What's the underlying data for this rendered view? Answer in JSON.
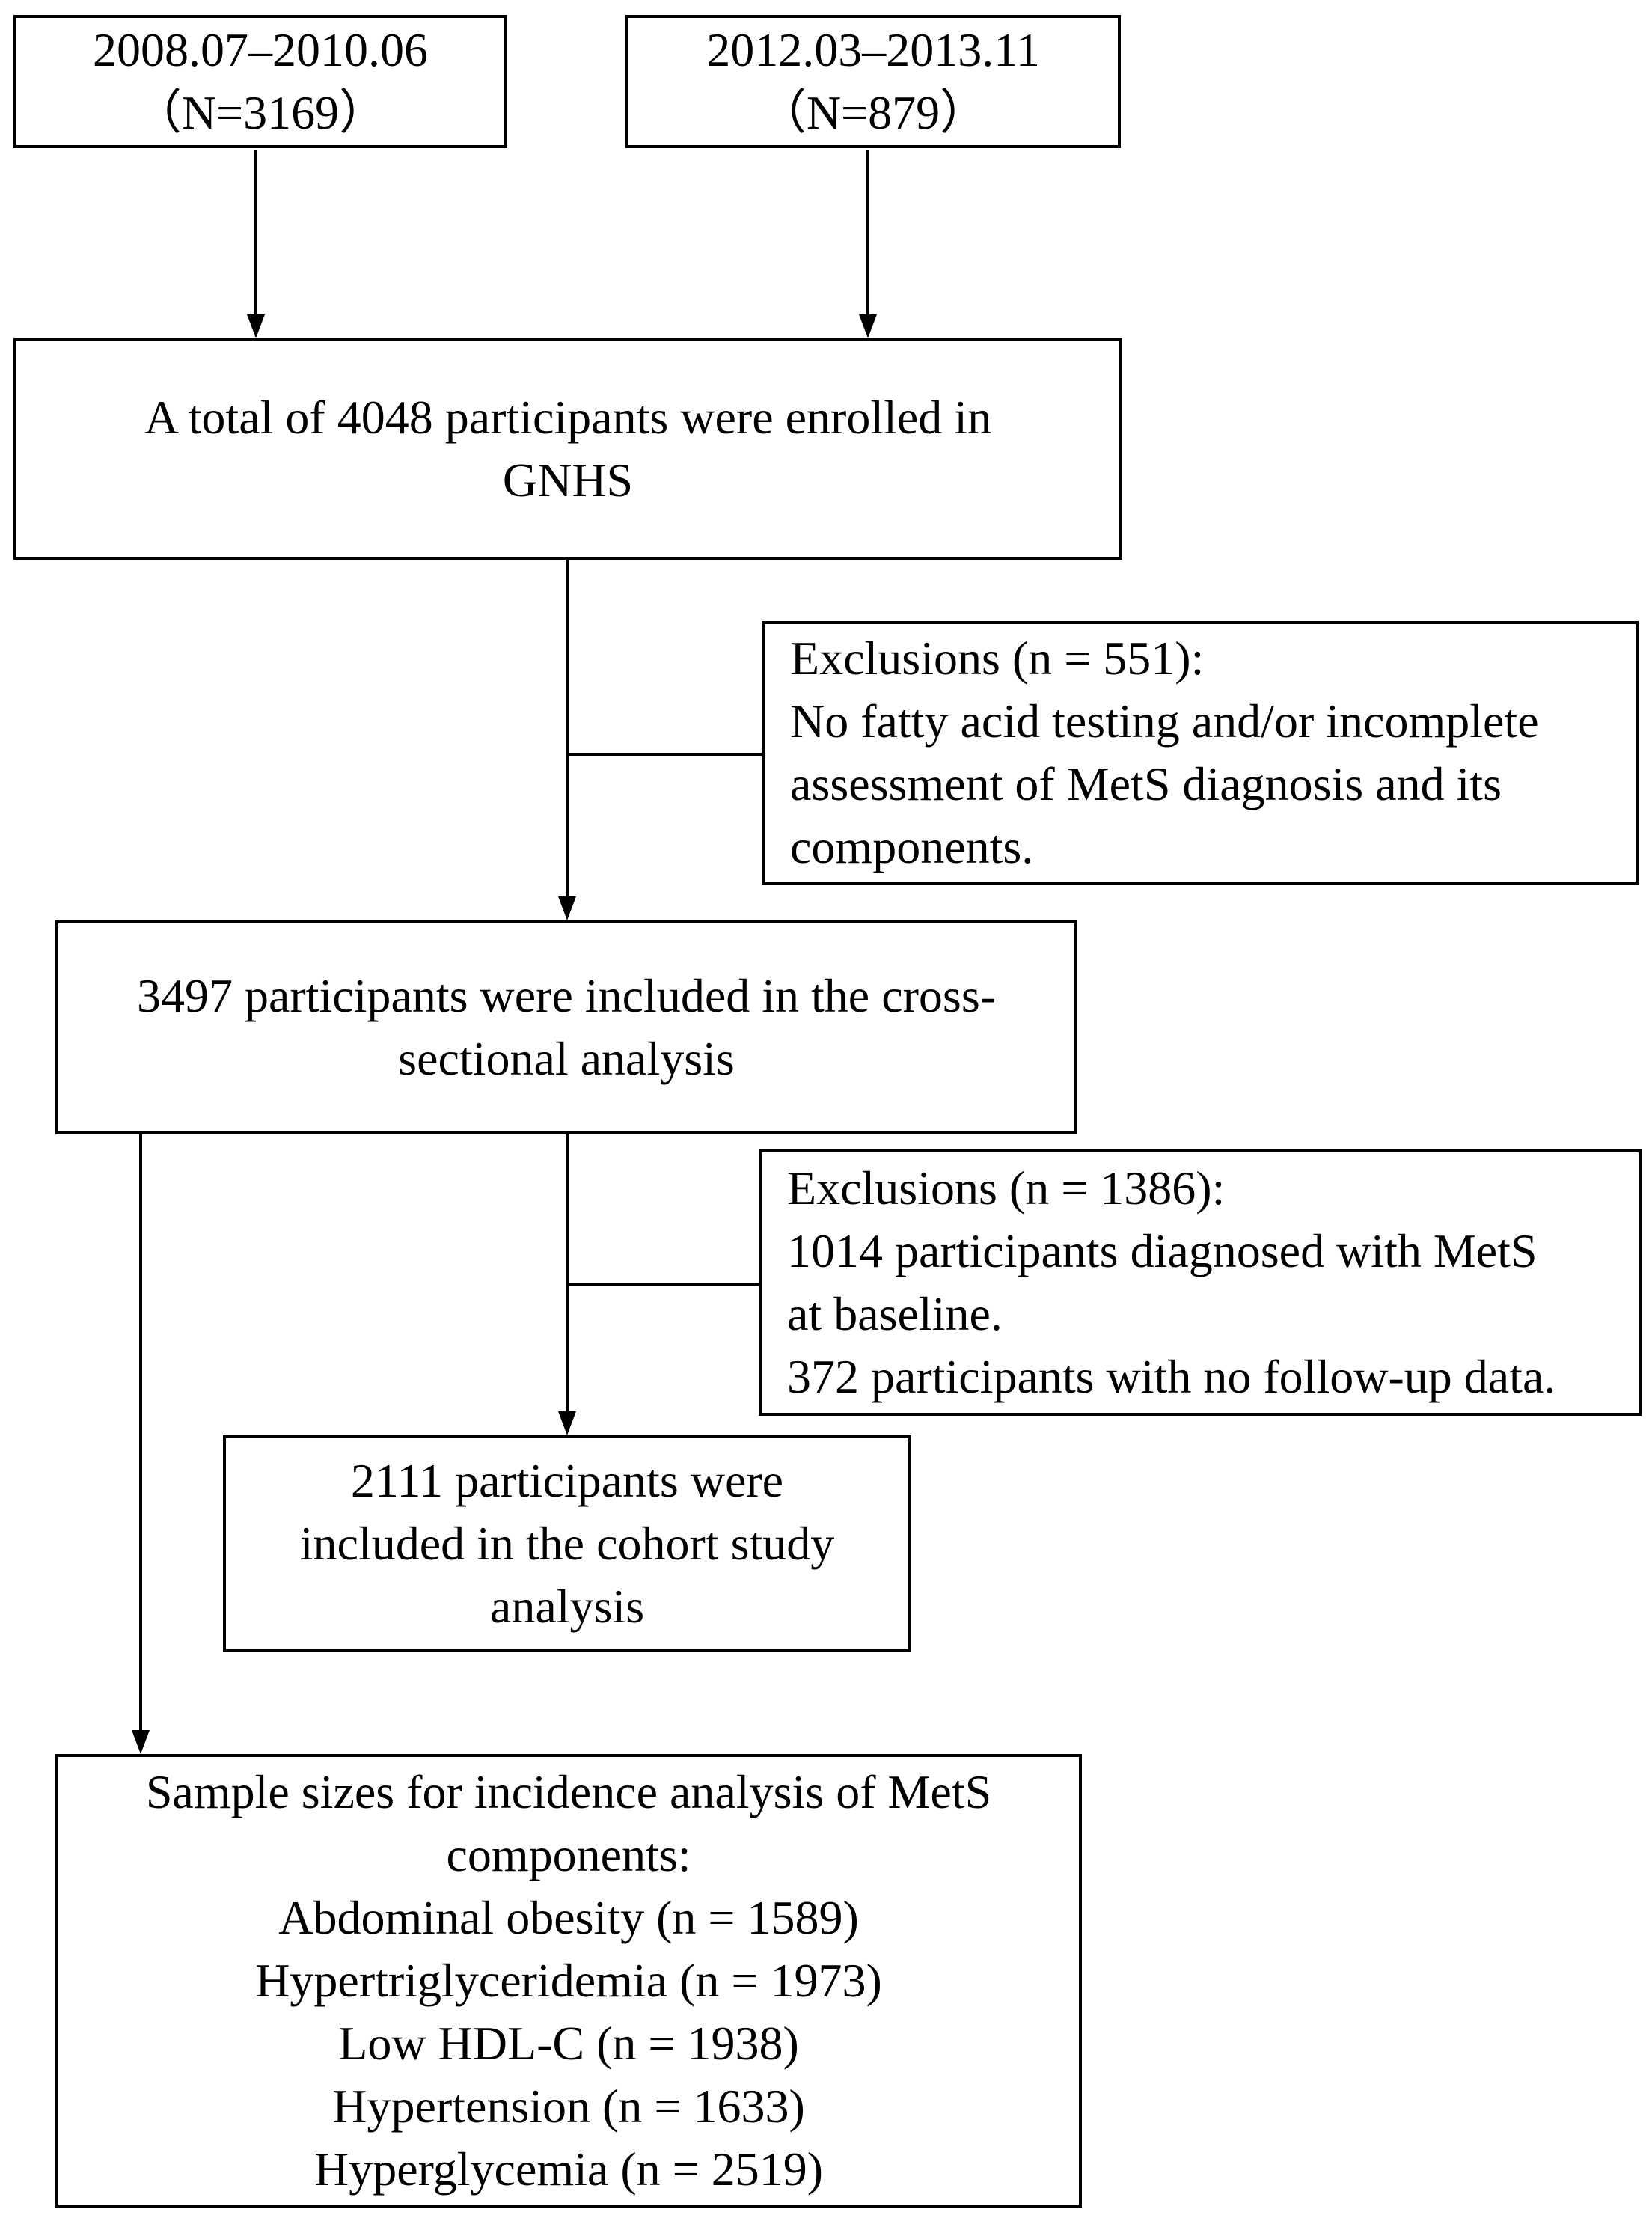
{
  "source_a": {
    "line1": "2008.07–2010.06",
    "line2": "（N=3169）"
  },
  "source_b": {
    "line1": "2012.03–2013.11",
    "line2": "（N=879）"
  },
  "enrolled": {
    "line1": "A total of 4048 participants were enrolled in",
    "line2": "GNHS"
  },
  "exclusion1": {
    "line1": "Exclusions (n = 551):",
    "line2": "No fatty acid testing and/or incomplete",
    "line3": "assessment of MetS diagnosis and its",
    "line4": "components."
  },
  "cross_sectional": {
    "line1": "3497 participants were included in the cross-",
    "line2": "sectional analysis"
  },
  "exclusion2": {
    "line1": "Exclusions (n = 1386):",
    "line2": "1014 participants diagnosed with MetS",
    "line3": "at baseline.",
    "line4": "372 participants with no follow-up data."
  },
  "cohort": {
    "line1": "2111 participants were",
    "line2": "included in the cohort study",
    "line3": "analysis"
  },
  "components": {
    "line1": "Sample sizes for incidence analysis of MetS",
    "line2": "components:",
    "items": [
      "Abdominal obesity (n = 1589)",
      "Hypertriglyceridemia (n = 1973)",
      "Low HDL-C (n = 1938)",
      "Hypertension (n = 1633)",
      "Hyperglycemia (n = 2519)"
    ]
  }
}
